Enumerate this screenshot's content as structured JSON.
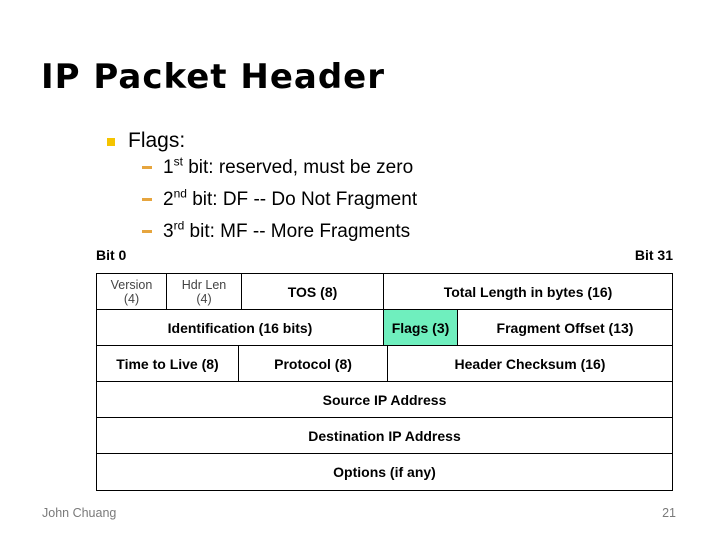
{
  "colors": {
    "bullet_gold": "#f5c400",
    "dash_gold": "#e6a53e",
    "flags_highlight": "#6fefbe",
    "footer_gray": "#7a7a7a"
  },
  "slide": {
    "title": "IP Packet Header",
    "bullets": {
      "main": "Flags:",
      "items": [
        {
          "base": "1",
          "sup": "st",
          "text": " bit: reserved, must be zero"
        },
        {
          "base": "2",
          "sup": "nd",
          "text": " bit: DF -- Do Not Fragment"
        },
        {
          "base": "3",
          "sup": "rd",
          "text": " bit: MF -- More Fragments"
        }
      ]
    },
    "bit_labels": {
      "left": "Bit 0",
      "right": "Bit 31"
    },
    "footer": {
      "author": "John Chuang",
      "page": "21"
    }
  },
  "ip_header": {
    "row1": [
      {
        "line1": "Version",
        "line2": "(4)"
      },
      {
        "line1": "Hdr Len",
        "line2": "(4)"
      },
      {
        "label": "TOS (8)"
      },
      {
        "label": "Total Length in bytes (16)"
      }
    ],
    "row2": [
      {
        "label": "Identification (16 bits)"
      },
      {
        "label": "Flags (3)"
      },
      {
        "label": "Fragment Offset (13)"
      }
    ],
    "row3": [
      {
        "label": "Time to Live (8)"
      },
      {
        "label": "Protocol (8)"
      },
      {
        "label": "Header Checksum (16)"
      }
    ],
    "row4": [
      {
        "label": "Source IP Address"
      }
    ],
    "row5": [
      {
        "label": "Destination IP Address"
      }
    ],
    "row6": [
      {
        "label": "Options (if any)"
      }
    ]
  }
}
